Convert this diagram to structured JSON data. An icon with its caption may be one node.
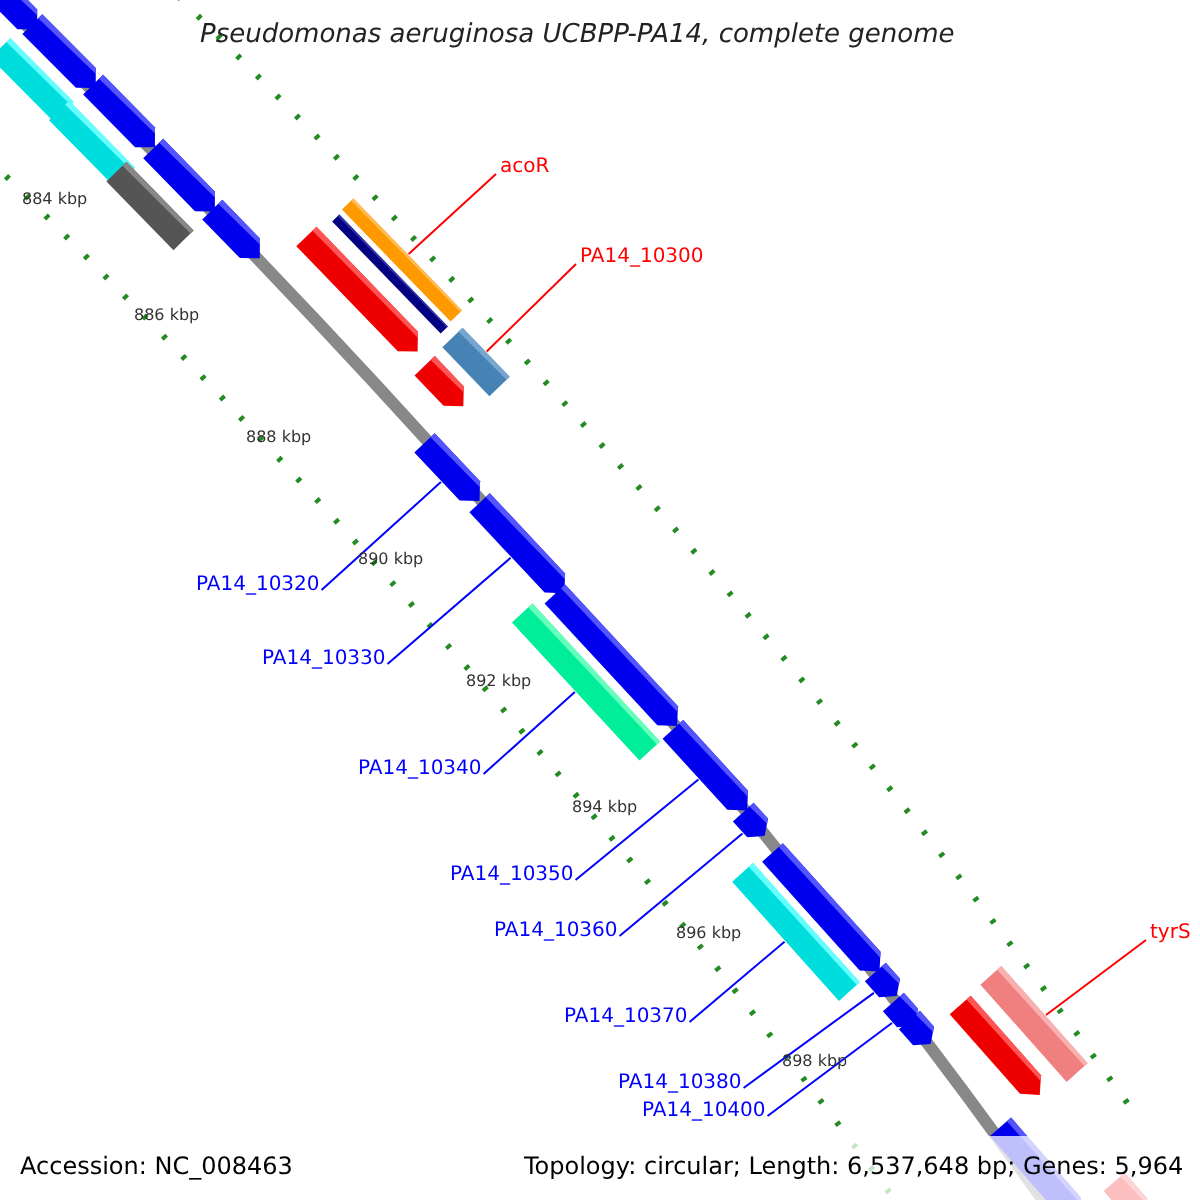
{
  "diagram": {
    "title": "Pseudomonas aeruginosa UCBPP-PA14, complete genome",
    "nodes": [
      {
        "text": [
          "acoR"
        ]
      },
      {
        "text": [],
        "shape": "bar"
      },
      {
        "text": [
          "PA14_10300"
        ]
      },
      {
        "text": [],
        "shape": "bar"
      },
      {
        "text": [
          "PA14_10320"
        ]
      },
      {
        "text": [],
        "shape": "bar"
      },
      {
        "text": [
          "PA14_10330"
        ]
      },
      {
        "text": [],
        "shape": "bar"
      },
      {
        "text": [
          "PA14_10340"
        ]
      },
      {
        "text": [],
        "shape": "bar"
      },
      {
        "text": [
          "PA14_10350"
        ]
      },
      {
        "text": [],
        "shape": "bar"
      },
      {
        "text": [
          "PA14_10360"
        ]
      },
      {
        "text": [],
        "shape": "bar"
      },
      {
        "text": [
          "PA14_10370"
        ]
      },
      {
        "text": [],
        "shape": "bar"
      },
      {
        "text": [
          "PA14_10380"
        ]
      },
      {
        "text": [],
        "shape": "bar"
      },
      {
        "text": [
          "PA14_10400"
        ]
      },
      {
        "text": [],
        "shape": "bar"
      },
      {
        "text": [
          "tyrS"
        ]
      },
      {
        "text": [],
        "shape": "bar"
      },
      {
        "text": [],
        "shape": "bar"
      },
      {
        "text": [],
        "shape": "bar"
      },
      {
        "text": [],
        "shape": "bar"
      },
      {
        "text": [],
        "shape": "bar"
      },
      {
        "text": [],
        "shape": "bar"
      },
      {
        "text": [],
        "shape": "bar"
      },
      {
        "text": [],
        "shape": "bar"
      },
      {
        "text": [],
        "shape": "bar"
      },
      {
        "text": [],
        "shape": "bar"
      },
      {
        "text": [],
        "shape": "bar"
      },
      {
        "text": [],
        "shape": "bar"
      },
      {
        "text": [],
        "shape": "bar"
      },
      {
        "text": [],
        "shape": "bar"
      },
      {
        "text": [],
        "shape": "bar"
      },
      {
        "text": [],
        "shape": "bar"
      },
      {
        "text": [],
        "shape": "bar"
      },
      {
        "text": [],
        "shape": "bar"
      }
    ],
    "edges": [
      {
        "from": 0,
        "to": 1,
        "arrow": "none",
        "color": "#ff0000"
      },
      {
        "from": 2,
        "to": 3,
        "arrow": "none",
        "color": "#ff0000"
      },
      {
        "from": 4,
        "to": 5,
        "arrow": "none"
      },
      {
        "from": 6,
        "to": 7,
        "arrow": "none"
      },
      {
        "from": 8,
        "to": 9,
        "arrow": "none"
      },
      {
        "from": 10,
        "to": 11,
        "arrow": "none"
      },
      {
        "from": 12,
        "to": 13,
        "arrow": "none"
      },
      {
        "from": 14,
        "to": 15,
        "arrow": "none"
      },
      {
        "from": 16,
        "to": 17,
        "arrow": "none"
      },
      {
        "from": 18,
        "to": 19,
        "arrow": "none"
      },
      {
        "from": 20,
        "to": 21,
        "arrow": "none",
        "color": "#ff0000"
      }
    ],
    "labels": [
      "884 kbp",
      "886 kbp",
      "888 kbp",
      "890 kbp",
      "892 kbp",
      "894 kbp",
      "896 kbp",
      "898 kbp",
      "Accession: NC_008463",
      "Topology: circular; Length: 6,537,648 bp; Genes: 5,964"
    ]
  }
}
